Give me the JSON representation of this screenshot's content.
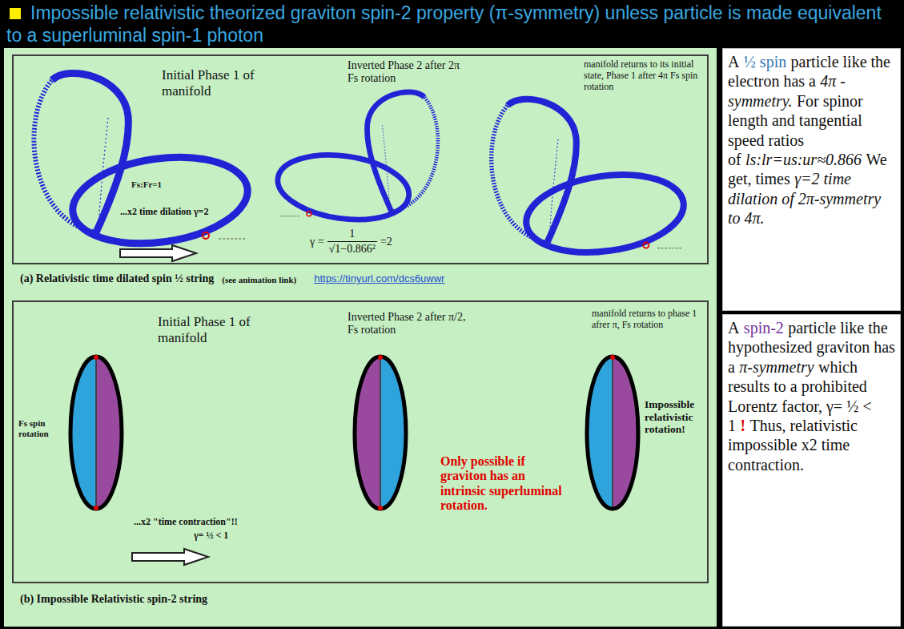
{
  "diagram": {
    "title": "Impossible relativistic theorized graviton spin-2 property (π-symmetry) unless particle is made equivalent to a superluminal spin-1 photon",
    "nodes": [
      {
        "text": [
          "Initial Phase 1 of manifold",
          "Inverted Phase 2 after 2π Fs rotation",
          "manifold returns to its initial state, Phase 1 after 4π Fs spin rotation",
          "Fs:Fr=1",
          "...x2 time dilation γ=2",
          "γ =",
          "1",
          "√1−0.866²",
          "=2"
        ]
      },
      {
        "text": [
          "Initial Phase 1 of manifold",
          "Inverted Phase 2 after π/2, Fs rotation",
          "manifold returns to phase 1 afrer π, Fs rotation",
          "Fs spin rotation",
          "...x2 \"time contraction\"!!",
          "γ= ½ < 1",
          "Only possible if graviton has an intrinsic superluminal rotation.",
          "Impossible relativistic rotation!"
        ]
      },
      {
        "text": [
          "A",
          "½ spin",
          "particle like the electron has a",
          "4π -symmetry.",
          "For spinor length and tangential speed ratios of",
          "ls:lr=us:ur≈0.866",
          "We get, times",
          "γ=2 time dilation of 2π-symmetry to 4π."
        ]
      },
      {
        "text": [
          "A",
          "spin-2",
          "particle like the hypothesized graviton has a",
          "π-symmetry",
          "which results to a prohibited Lorentz factor, γ= ½ < 1",
          "!",
          "Thus, relativistic impossible x2 time contraction."
        ]
      }
    ],
    "labels": [
      "(a) Relativistic time dilated spin ½ string",
      "(see animation link)",
      "https://tinyurl.com/dcs6uwwr",
      "(b) Impossible Relativistic spin-2 string"
    ]
  }
}
